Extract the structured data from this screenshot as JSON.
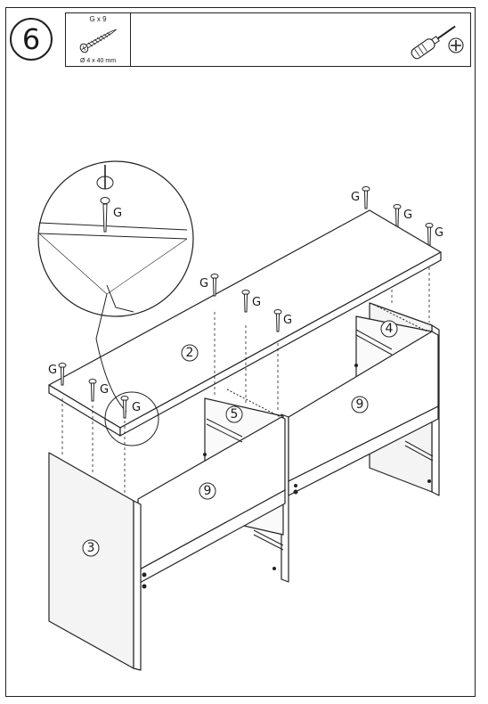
{
  "step": {
    "number": "6"
  },
  "parts": {
    "quantity": "G x 9",
    "size": "Ø 4 x 40 mm",
    "icon": "screw-icon"
  },
  "tool": {
    "icon": "phillips-screwdriver-icon"
  },
  "callouts": {
    "top_panel": "2",
    "side_panel": "3",
    "back_right": "4",
    "inner_back": "5",
    "front_rail_left": "9",
    "front_rail_right": "9"
  },
  "screw_label": "G"
}
